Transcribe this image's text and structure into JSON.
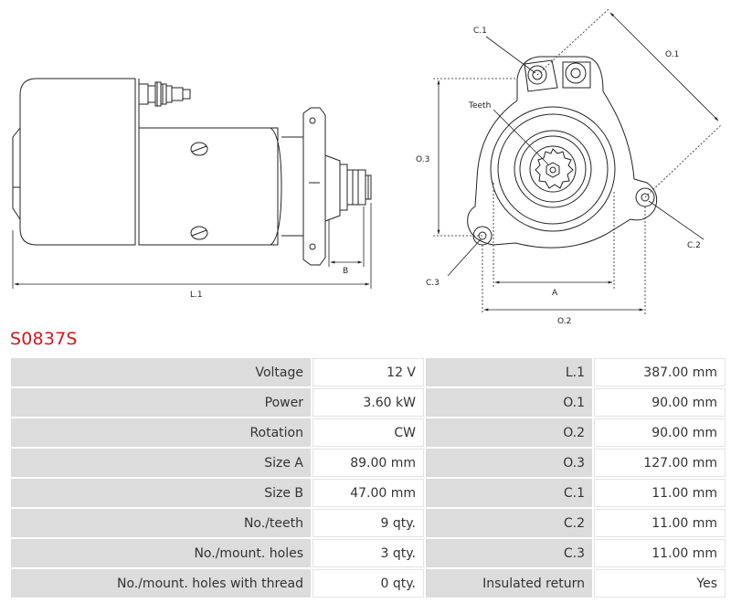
{
  "drawing": {
    "labels": {
      "l1": "L.1",
      "b": "B",
      "c1": "C.1",
      "c2": "C.2",
      "c3": "C.3",
      "o1": "O.1",
      "o2": "O.2",
      "o3": "O.3",
      "a": "A",
      "teeth": "Teeth"
    }
  },
  "part_number": "S0837S",
  "specs": {
    "rows": [
      {
        "l_label": "Voltage",
        "l_value": "12 V",
        "r_label": "L.1",
        "r_value": "387.00 mm"
      },
      {
        "l_label": "Power",
        "l_value": "3.60 kW",
        "r_label": "O.1",
        "r_value": "90.00 mm"
      },
      {
        "l_label": "Rotation",
        "l_value": "CW",
        "r_label": "O.2",
        "r_value": "90.00 mm"
      },
      {
        "l_label": "Size A",
        "l_value": "89.00 mm",
        "r_label": "O.3",
        "r_value": "127.00 mm"
      },
      {
        "l_label": "Size B",
        "l_value": "47.00 mm",
        "r_label": "C.1",
        "r_value": "11.00 mm"
      },
      {
        "l_label": "No./teeth",
        "l_value": "9 qty.",
        "r_label": "C.2",
        "r_value": "11.00 mm"
      },
      {
        "l_label": "No./mount. holes",
        "l_value": "3 qty.",
        "r_label": "C.3",
        "r_value": "11.00 mm"
      },
      {
        "l_label": "No./mount. holes with thread",
        "l_value": "0 qty.",
        "r_label": "Insulated return",
        "r_value": "Yes"
      }
    ]
  }
}
